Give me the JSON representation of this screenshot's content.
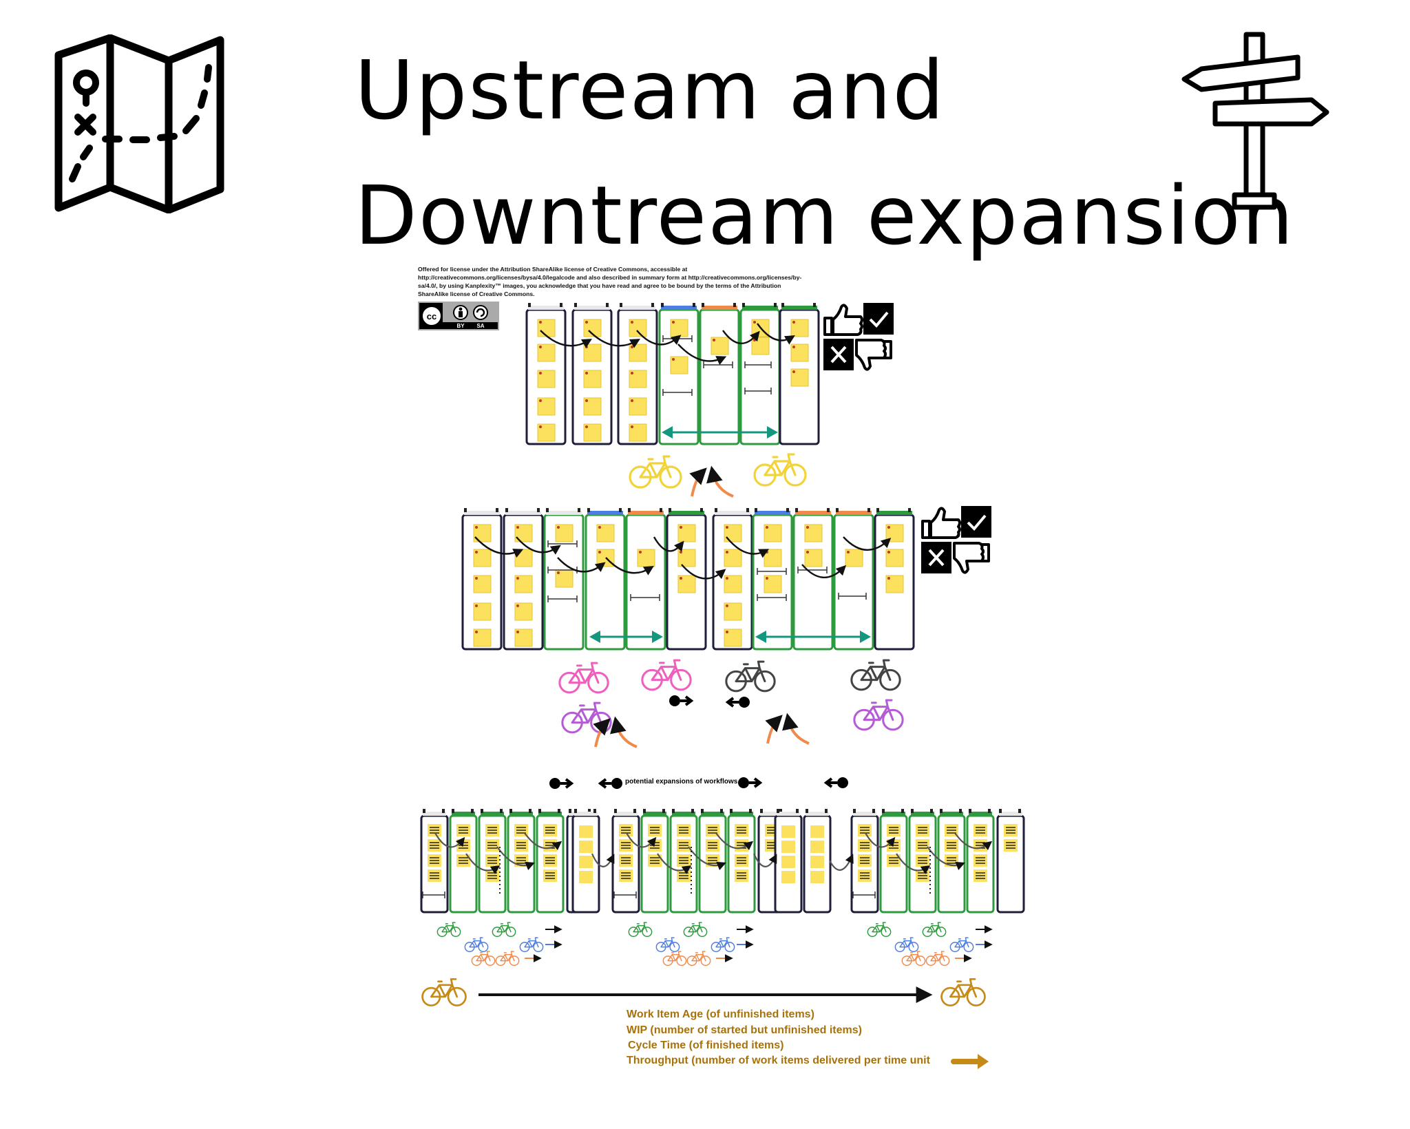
{
  "title": {
    "line1": "Upstream and",
    "line2": "Downtream expansion"
  },
  "license_text": "Offered for license under the Attribution ShareAlike license of Creative Commons, accessible at http://creativecommons.org/licenses/bysa/4.0/legalcode and also described in summary form at http://creativecommons.org/licenses/by-sa/4.0/, by using Kanplexity™ images, you acknowledge that you have read and agree to be bound by the terms of the Attribution ShareAlike license of Creative Commons.",
  "cc_badge": {
    "cc": "cc",
    "by": "BY",
    "sa": "SA"
  },
  "icons": {
    "left": "folded-map-icon",
    "right": "signpost-icon",
    "vote": "thumbs-up-down-check-cross-icon",
    "bike": "bicycle-icon"
  },
  "expansion_label": "potential expansions of workflows",
  "metrics": [
    "Work Item Age (of unfinished items)",
    "WIP (number of started but unfinished items)",
    "Cycle Time (of finished items)",
    "Throughput (number of work items delivered per time unit"
  ],
  "colors": {
    "sticky": "#fbe15d",
    "board_dark": "#1e1e3a",
    "board_green": "#2d9a3e",
    "teal": "#14977f",
    "blue": "#4c7de0",
    "orange": "#f08a4b",
    "bike_yellow": "#f1d33a",
    "bike_pink": "#ef5fbe",
    "bike_purple": "#b65bd6",
    "bike_grey": "#444444",
    "bike_gold": "#c58a17",
    "metric_text": "#a8720a"
  }
}
